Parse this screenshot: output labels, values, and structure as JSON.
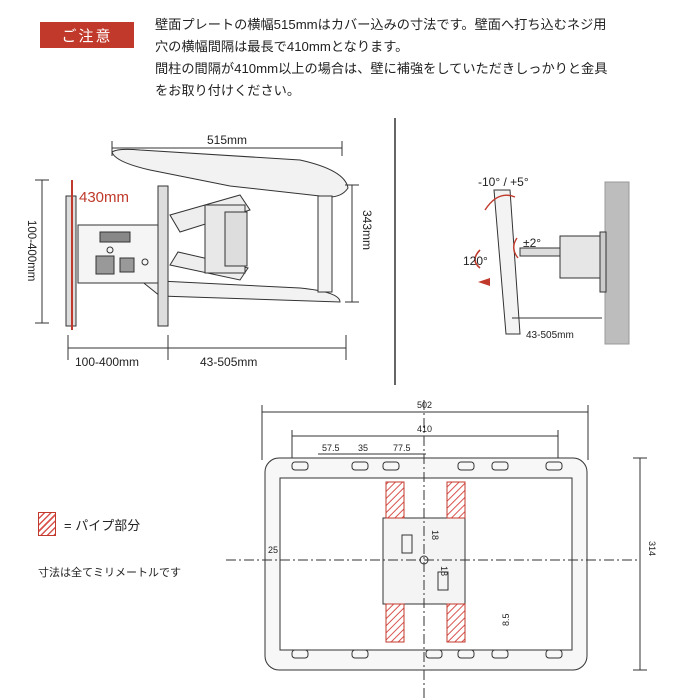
{
  "notice": {
    "badge": "ご注意",
    "lines": [
      "壁面プレートの横幅515mmはカバー込みの寸法です。壁面へ打ち込むネジ用",
      "穴の横幅間隔は最長で410mmとなります。",
      "間柱の間隔が410mm以上の場合は、壁に補強をしていただきしっかりと金具",
      "をお取り付けください。"
    ]
  },
  "side_view": {
    "width_label": "515mm",
    "red_label": "430mm",
    "height_label": "343mm",
    "vertical_range_label": "100-400mm",
    "bottom_left_label": "100-400mm",
    "bottom_right_label": "43-505mm"
  },
  "tilt_view": {
    "tilt_label": "-10° / +5°",
    "rotation_label": "±2°",
    "swivel_label": "120°",
    "extension_label": "43-505mm"
  },
  "plate_drawing": {
    "dim_overall_width": "502",
    "dim_hole_span": "410",
    "dim_a": "57.5",
    "dim_b": "35",
    "dim_c": "77.5",
    "dim_height": "314",
    "dim_left": "25",
    "dim_center_1": "18",
    "dim_center_2": "18",
    "dim_bottom": "8.5"
  },
  "legend": {
    "label": "= パイプ部分"
  },
  "units_note": "寸法は全てミリメートルです",
  "colors": {
    "accent_red": "#c0392b",
    "line": "#333333",
    "hatch": "#d9534f"
  }
}
